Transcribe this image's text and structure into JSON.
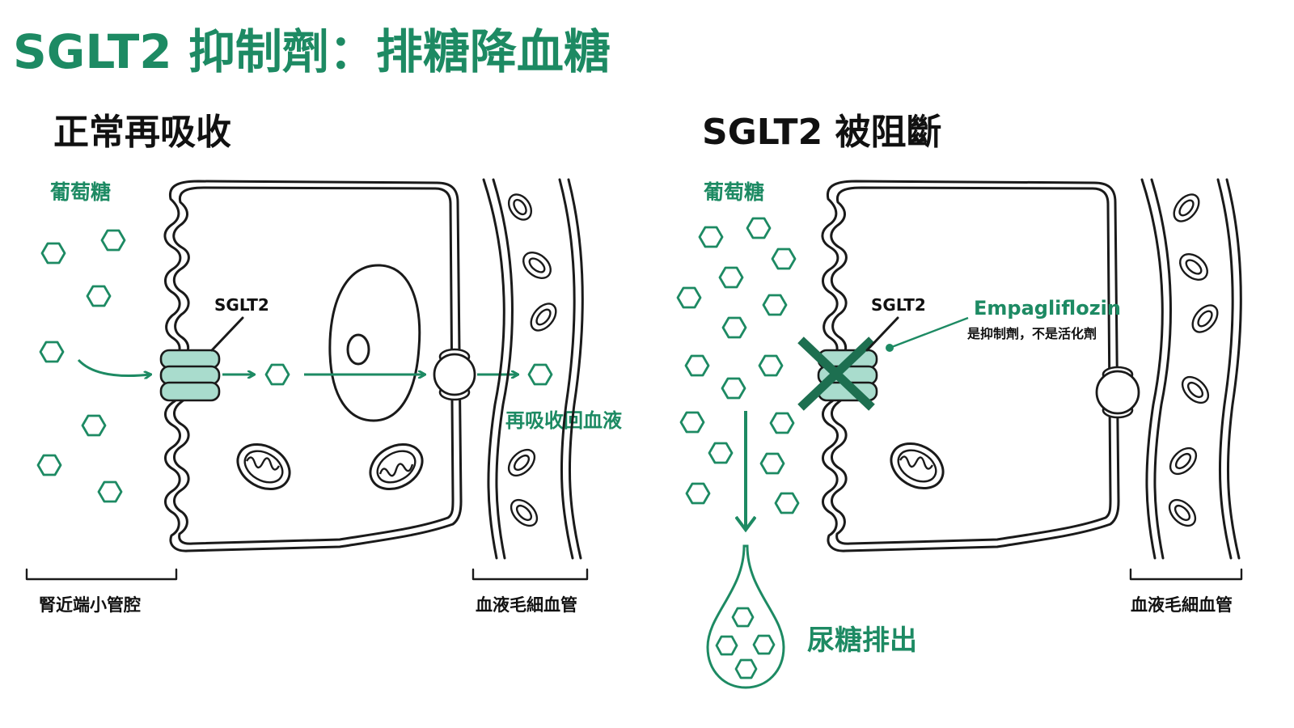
{
  "title": "SGLT2 抑制劑：排糖降血糖",
  "colors": {
    "accent": "#1d8a63",
    "transporter": "#a9dccd",
    "ink": "#1a1a1a"
  },
  "left_panel": {
    "heading": "正常再吸收",
    "glucose_label": "葡萄糖",
    "transporter_label": "SGLT2",
    "reabsorb_label": "再吸收回血液",
    "tubule_label": "腎近端小管腔",
    "capillary_label": "血液毛細血管"
  },
  "right_panel": {
    "heading": "SGLT2 被阻斷",
    "glucose_label": "葡萄糖",
    "transporter_label": "SGLT2",
    "drug_name": "Empagliflozin",
    "drug_note": "是抑制劑，不是活化劑",
    "excretion_label": "尿糖排出",
    "capillary_label": "血液毛細血管"
  },
  "icons": {
    "glucose": "hexagon-glucose-icon",
    "blocked": "x-block-icon",
    "transporter": "sglt2-transporter-icon"
  }
}
